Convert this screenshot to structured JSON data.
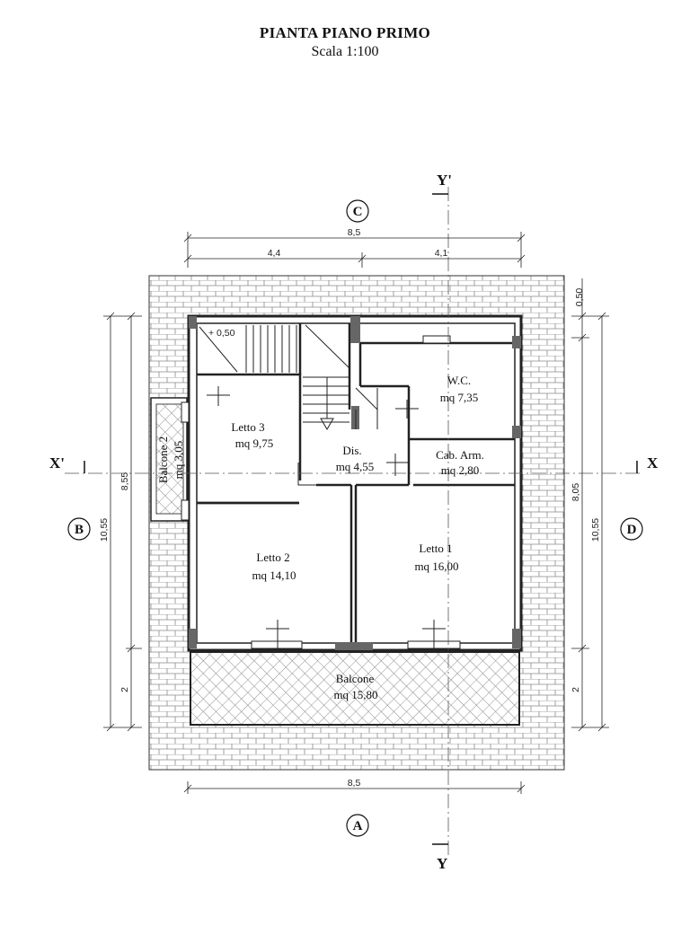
{
  "header": {
    "title": "PIANTA PIANO PRIMO",
    "scale": "Scala 1:100"
  },
  "grid_labels": {
    "top": "C",
    "bottom": "A",
    "left": "B",
    "right": "D"
  },
  "section_labels": {
    "y_top": "Y'",
    "y_bottom": "Y",
    "x_left": "X'",
    "x_right": "X"
  },
  "dimensions": {
    "top_total": "8,5",
    "top_left": "4,4",
    "top_right": "4,1",
    "bottom_total": "8,5",
    "left_outer": "10,55",
    "left_inner": "8,55",
    "left_balcony": "2",
    "right_outer": "10,55",
    "right_inner": "8,05",
    "right_top": "0,50",
    "right_balcony": "2",
    "stair_level": "+ 0,50"
  },
  "rooms": {
    "letto3": {
      "name": "Letto 3",
      "area": "mq 9,75"
    },
    "wc": {
      "name": "W.C.",
      "area": "mq 7,35"
    },
    "dis": {
      "name": "Dis.",
      "area": "mq 4,55"
    },
    "cab": {
      "name": "Cab. Arm.",
      "area": "mq 2,80"
    },
    "letto2": {
      "name": "Letto 2",
      "area": "mq 14,10"
    },
    "letto1": {
      "name": "Letto 1",
      "area": "mq 16,00"
    },
    "balcone": {
      "name": "Balcone",
      "area": "mq 15,80"
    },
    "balcone2": {
      "name": "Balcone 2",
      "area": "mq 3,05"
    }
  }
}
